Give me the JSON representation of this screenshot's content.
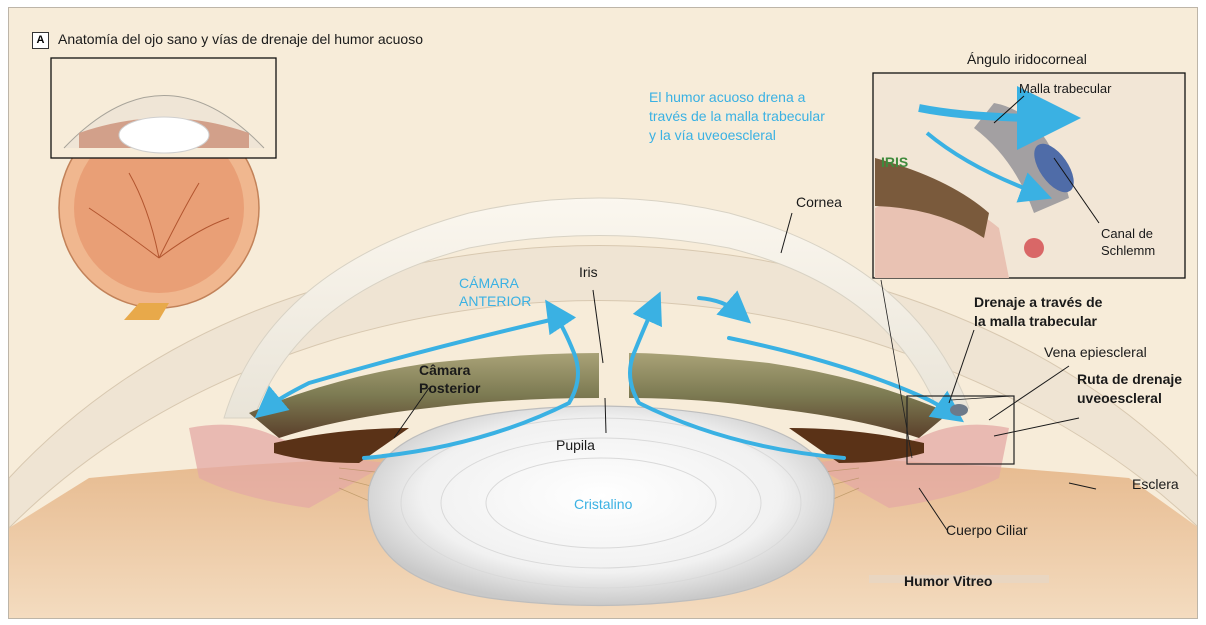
{
  "panel": {
    "letter": "A",
    "title": "Anatomía del ojo sano y vías de drenaje del humor acuoso"
  },
  "labels": {
    "angulo": "Ángulo iridocorneal",
    "malla": "Malla trabecular",
    "iris_inset": "IRIS",
    "canal": "Canal de\nSchlemm",
    "humor_drena": "El humor acuoso drena a\ntravés de la malla trabecular\ny la vía uveoescleral",
    "cornea": "Cornea",
    "camara_anterior": "CÁMARA\nANTERIOR",
    "iris": "Iris",
    "drenaje_malla": "Drenaje a través de\nla malla trabecular",
    "vena": "Vena epiescleral",
    "ruta": "Ruta de drenaje\nuveoescleral",
    "camara_posterior": "Câmara\nPosterior",
    "pupila": "Pupila",
    "cristalino": "Cristalino",
    "esclera": "Esclera",
    "cuerpo_ciliar": "Cuerpo Ciliar",
    "humor_vitreo": "Humor Vitreo"
  },
  "colors": {
    "aqueous_flow": "#3ab1e3",
    "background": "#f7ecd9",
    "inset_iris_label": "#3f8a3c"
  },
  "icons": [
    "small-eye-globe-illustration",
    "iridocorneal-angle-inset-illustration",
    "anterior-segment-cross-section-illustration"
  ]
}
